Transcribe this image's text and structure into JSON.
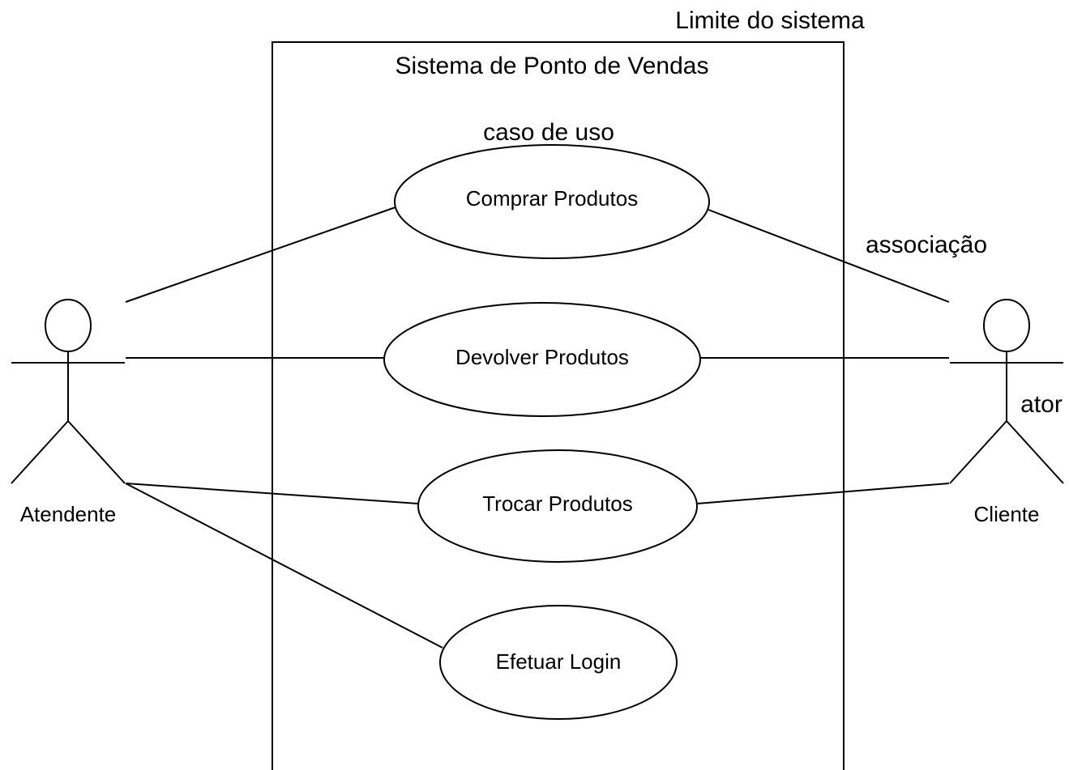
{
  "annotations": {
    "boundary": "Limite do sistema",
    "use_case": "caso de uso",
    "association": "associação",
    "actor": "ator"
  },
  "system": {
    "title": "Sistema de Ponto de Vendas"
  },
  "use_cases": [
    {
      "label": "Comprar Produtos"
    },
    {
      "label": "Devolver Produtos"
    },
    {
      "label": "Trocar Produtos"
    },
    {
      "label": "Efetuar Login"
    }
  ],
  "actors": [
    {
      "name": "Atendente"
    },
    {
      "name": "Cliente"
    }
  ],
  "colors": {
    "line": "#000000",
    "background": "#ffffff"
  }
}
